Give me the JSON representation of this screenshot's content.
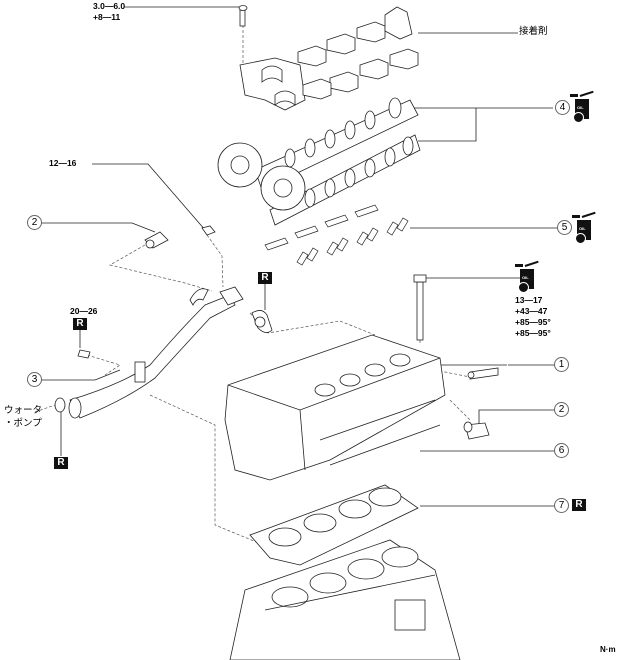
{
  "diagram": {
    "type": "exploded-parts-view",
    "subject": "cylinder head assembly",
    "unit_label": "N·m"
  },
  "torques": {
    "camcap_bolt": [
      "3.0—6.0",
      "+8—11"
    ],
    "sensor": [
      "12—16"
    ],
    "bracket_bolt": [
      "20—26"
    ],
    "head_bolt": [
      "13—17",
      "+43—47",
      "+85—95°",
      "+85—95°"
    ]
  },
  "labels": {
    "adhesive": "接着剤",
    "water_pump_line1": "ウォータ",
    "water_pump_line2": "・ポンプ"
  },
  "callouts": [
    {
      "num": "1"
    },
    {
      "num": "2"
    },
    {
      "num": "3"
    },
    {
      "num": "4"
    },
    {
      "num": "5"
    },
    {
      "num": "6"
    },
    {
      "num": "7"
    }
  ],
  "badges": {
    "replace": "R",
    "oil": "OIL"
  }
}
